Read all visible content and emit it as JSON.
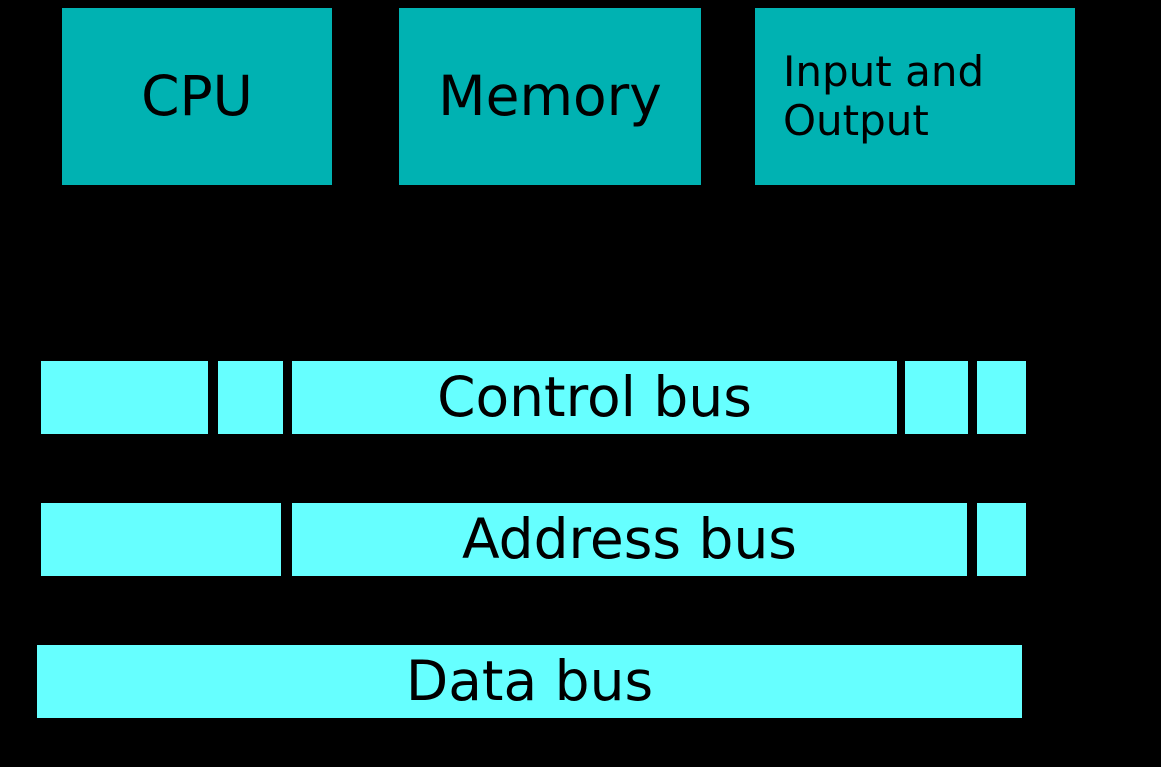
{
  "diagram": {
    "colors": {
      "background": "#000000",
      "component_fill": "#00b2b2",
      "bus_fill": "#66ffff",
      "label_text": "#000000"
    },
    "components": [
      {
        "label": "CPU"
      },
      {
        "label": "Memory"
      },
      {
        "label": "Input and Output"
      }
    ],
    "buses": [
      {
        "label": "Control bus"
      },
      {
        "label": "Address bus"
      },
      {
        "label": "Data bus"
      }
    ]
  }
}
